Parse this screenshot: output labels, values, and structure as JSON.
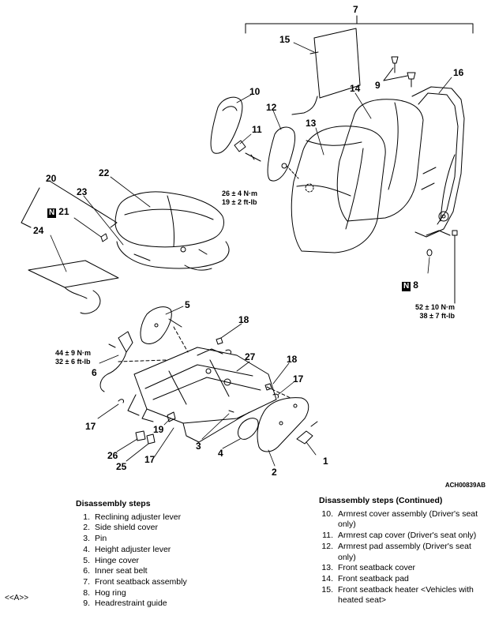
{
  "figure": {
    "code": "ACH00839AB",
    "callouts": [
      {
        "id": "7",
        "text": "7"
      },
      {
        "id": "15",
        "text": "15"
      },
      {
        "id": "9a",
        "text": "9"
      },
      {
        "id": "16",
        "text": "16"
      },
      {
        "id": "14",
        "text": "14"
      },
      {
        "id": "10",
        "text": "10"
      },
      {
        "id": "12",
        "text": "12"
      },
      {
        "id": "13",
        "text": "13"
      },
      {
        "id": "11",
        "text": "11"
      },
      {
        "id": "20",
        "text": "20"
      },
      {
        "id": "22",
        "text": "22"
      },
      {
        "id": "23",
        "text": "23"
      },
      {
        "id": "21",
        "text": "21",
        "badge": "N"
      },
      {
        "id": "24",
        "text": "24"
      },
      {
        "id": "8",
        "text": "8",
        "badge": "N"
      },
      {
        "id": "5",
        "text": "5"
      },
      {
        "id": "18a",
        "text": "18"
      },
      {
        "id": "6",
        "text": "6"
      },
      {
        "id": "27",
        "text": "27"
      },
      {
        "id": "18b",
        "text": "18"
      },
      {
        "id": "17a",
        "text": "17"
      },
      {
        "id": "17b",
        "text": "17"
      },
      {
        "id": "19",
        "text": "19"
      },
      {
        "id": "3",
        "text": "3"
      },
      {
        "id": "26",
        "text": "26"
      },
      {
        "id": "4",
        "text": "4"
      },
      {
        "id": "25",
        "text": "25"
      },
      {
        "id": "17c",
        "text": "17"
      },
      {
        "id": "1",
        "text": "1"
      },
      {
        "id": "2",
        "text": "2"
      }
    ],
    "torques": [
      {
        "id": "t1",
        "line1": "26 ± 4 N·m",
        "line2": "19 ± 2 ft-lb"
      },
      {
        "id": "t2",
        "line1": "52 ± 10 N·m",
        "line2": "38 ± 7 ft-lb"
      },
      {
        "id": "t3",
        "line1": "44 ± 9 N·m",
        "line2": "32 ± 6 ft-lb"
      }
    ]
  },
  "steps_left": {
    "title": "Disassembly steps",
    "items": [
      {
        "num": "1.",
        "text": "Reclining adjuster lever"
      },
      {
        "num": "2.",
        "text": "Side shield cover"
      },
      {
        "num": "3.",
        "text": "Pin"
      },
      {
        "num": "4.",
        "text": "Height adjuster lever"
      },
      {
        "num": "5.",
        "text": "Hinge cover"
      },
      {
        "num": "6.",
        "text": "Inner seat belt"
      },
      {
        "num": "7.",
        "text": "Front seatback assembly"
      },
      {
        "num": "8.",
        "text": "Hog ring"
      },
      {
        "num": "9.",
        "text": "Headrestraint guide"
      }
    ]
  },
  "steps_right": {
    "title": "Disassembly steps (Continued)",
    "items": [
      {
        "num": "10.",
        "text": "Armrest cover assembly (Driver's seat only)"
      },
      {
        "num": "11.",
        "text": "Armrest cap cover (Driver's seat only)"
      },
      {
        "num": "12.",
        "text": "Armrest pad assembly (Driver's seat only)"
      },
      {
        "num": "13.",
        "text": "Front seatback cover"
      },
      {
        "num": "14.",
        "text": "Front seatback pad"
      },
      {
        "num": "15.",
        "text": "Front seatback heater <Vehicles with heated seat>"
      }
    ]
  },
  "footer": {
    "label": "<<A>>"
  }
}
